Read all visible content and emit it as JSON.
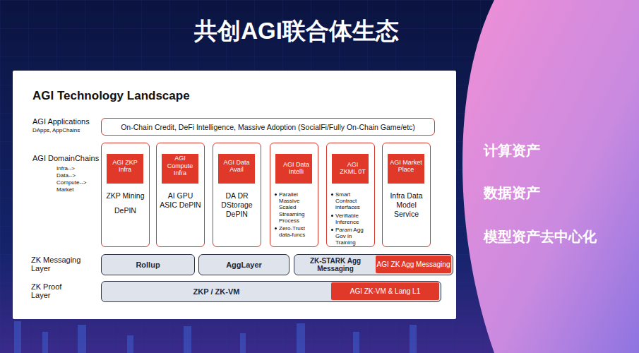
{
  "diagram": {
    "title": "共创AGI联合体生态",
    "nodes": [
      {
        "text": [
          "AGI Technology Landscape"
        ]
      },
      {
        "text": [
          "On-Chain Credit, DeFi Intelligence, Massive Adoption (SocialFi/Fully On-Chain Game/etc)"
        ],
        "in": 0
      },
      {
        "text": [
          "ZKP Mining",
          "DePIN"
        ],
        "in": 0
      },
      {
        "text": [
          "AGI ZKP Infra"
        ],
        "in": 2
      },
      {
        "text": [
          "AI GPU ASIC DePIN"
        ],
        "in": 0
      },
      {
        "text": [
          "AGI Compute Infra"
        ],
        "in": 4
      },
      {
        "text": [
          "DA DR DStorage DePIN"
        ],
        "in": 0
      },
      {
        "text": [
          "AGI Data Avail"
        ],
        "in": 6
      },
      {
        "text": [
          "Parallel Massive Scaled Streaming Process",
          "Zero-Trust data-funcs"
        ],
        "in": 0
      },
      {
        "text": [
          "AGI Data Intelli"
        ],
        "in": 8
      },
      {
        "text": [
          "Smart Contract interfaces",
          "Verifiable Inference",
          "Param Agg Gov in Training"
        ],
        "in": 0
      },
      {
        "text": [
          "AGI ZKML 0T"
        ],
        "in": 10
      },
      {
        "text": [
          "Infra Data Model Service"
        ],
        "in": 0
      },
      {
        "text": [
          "AGI Market Place"
        ],
        "in": 12
      },
      {
        "text": [
          "Rollup"
        ],
        "in": 0
      },
      {
        "text": [
          "AggLayer"
        ],
        "in": 0
      },
      {
        "text": [
          "ZK-STARK Agg Messaging"
        ],
        "in": 0
      },
      {
        "text": [
          "AGI ZK Agg Messaging"
        ],
        "in": 16
      },
      {
        "text": [
          "ZKP / ZK-VM"
        ],
        "in": 0
      },
      {
        "text": [
          "AGI ZK-VM & Lang L1"
        ],
        "in": 18
      },
      {
        "text": [
          "计算资产",
          "数据资产",
          "模型资产去中心化"
        ]
      }
    ],
    "labels": [
      "AGI Applications",
      "DApps, AppChains",
      "AGI DomainChains",
      "Infra-->",
      "Data-->",
      "Compute-->",
      "Market",
      "ZK Messaging Layer",
      "ZK Proof Layer"
    ]
  }
}
